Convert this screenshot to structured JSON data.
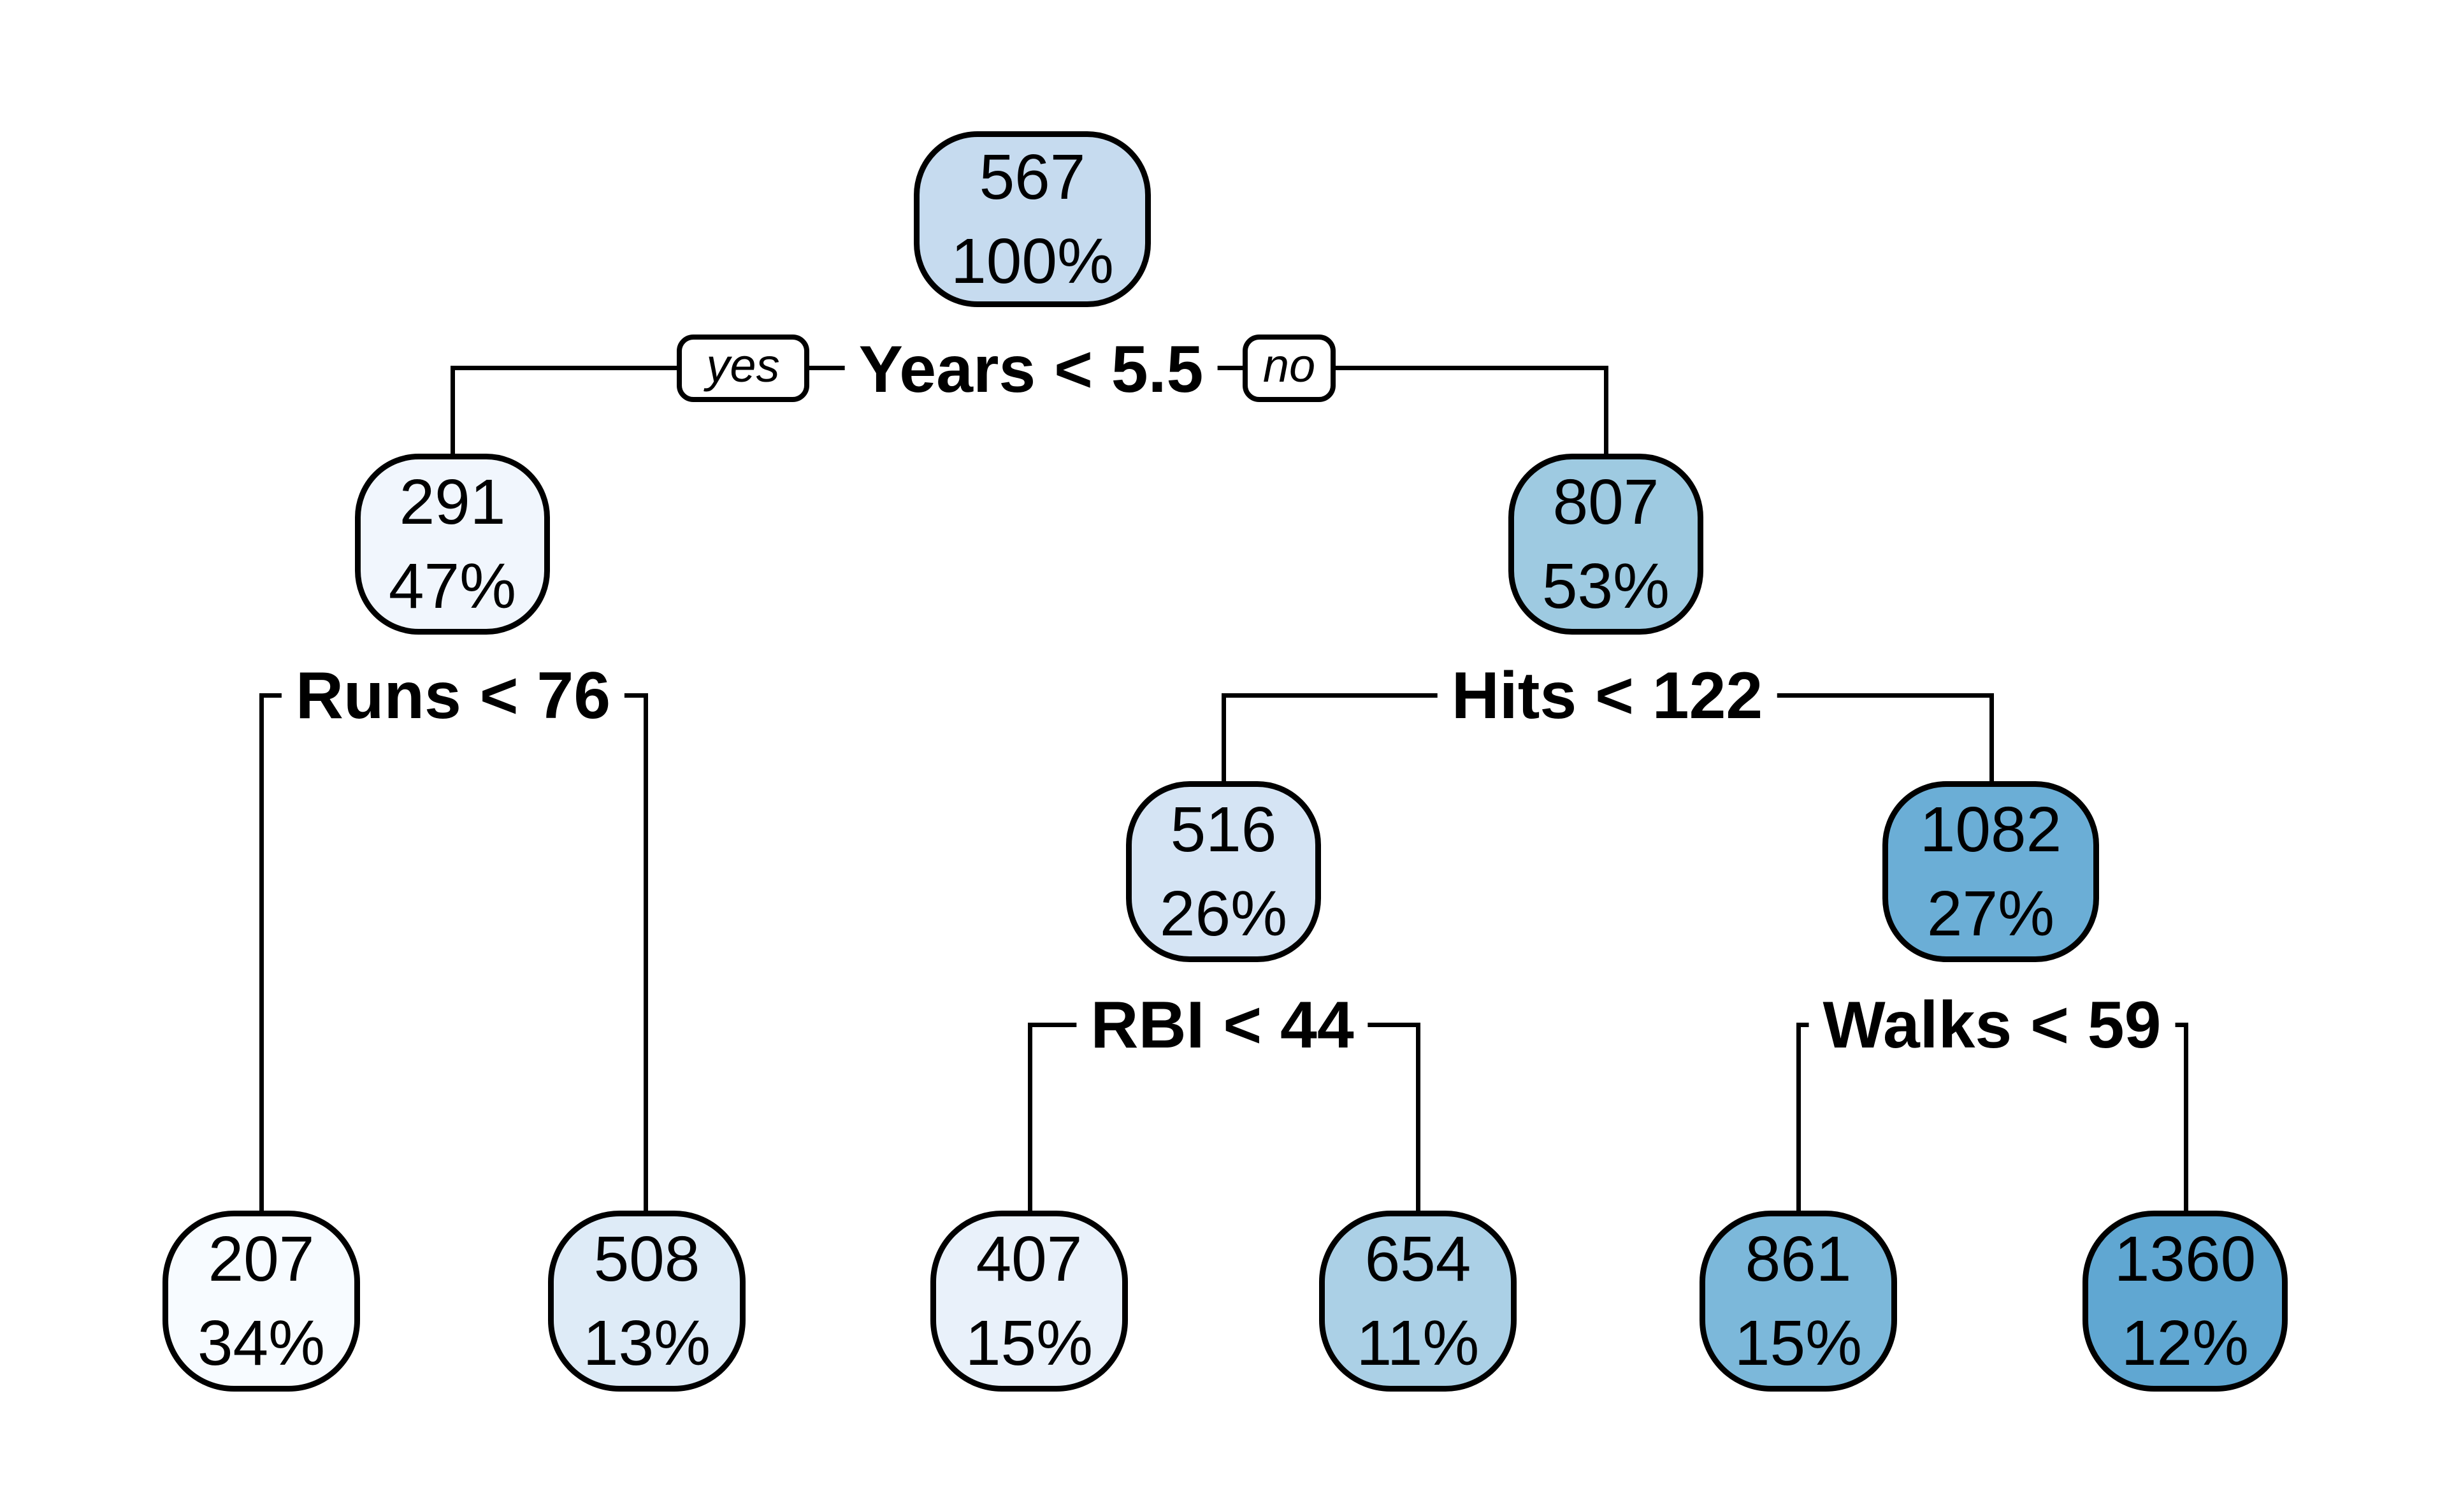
{
  "style": {
    "background": "#FFFFFF",
    "line_color": "#000000",
    "text_color": "#000000"
  },
  "edge_labels": {
    "yes": "yes",
    "no": "no"
  },
  "tree": {
    "root": {
      "value": "567",
      "percent": "100%",
      "fill": "#C6DBEF",
      "split": "Years < 5.5",
      "yes": {
        "value": "291",
        "percent": "47%",
        "fill": "#F1F6FD",
        "split": "Runs < 76",
        "yes": {
          "value": "207",
          "percent": "34%",
          "fill": "#F7FBFF"
        },
        "no": {
          "value": "508",
          "percent": "13%",
          "fill": "#DEEBF7"
        }
      },
      "no": {
        "value": "807",
        "percent": "53%",
        "fill": "#9ECAE1",
        "split": "Hits < 122",
        "yes": {
          "value": "516",
          "percent": "26%",
          "fill": "#D5E4F4",
          "split": "RBI < 44",
          "yes": {
            "value": "407",
            "percent": "15%",
            "fill": "#E9F1FA"
          },
          "no": {
            "value": "654",
            "percent": "11%",
            "fill": "#ABD0E6"
          }
        },
        "no": {
          "value": "1082",
          "percent": "27%",
          "fill": "#6BAED6",
          "split": "Walks < 59",
          "yes": {
            "value": "861",
            "percent": "15%",
            "fill": "#7CB8DA"
          },
          "no": {
            "value": "1360",
            "percent": "12%",
            "fill": "#60A7D2"
          }
        }
      }
    }
  }
}
